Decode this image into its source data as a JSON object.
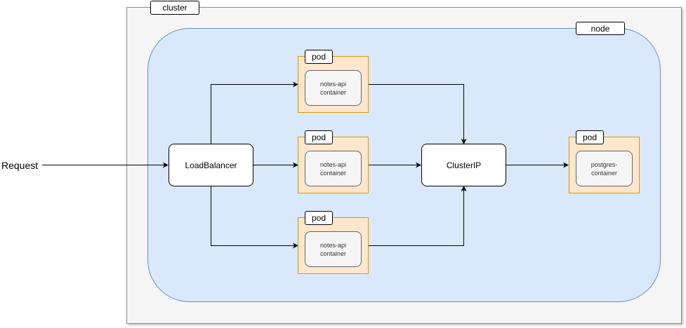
{
  "cluster": {
    "label": "cluster"
  },
  "node": {
    "label": "node"
  },
  "request": {
    "label": "Request"
  },
  "load_balancer": {
    "label": "LoadBalancer"
  },
  "cluster_ip": {
    "label": "ClusterIP"
  },
  "api_pods": [
    {
      "tag": "pod",
      "container_label": "notes-api container"
    },
    {
      "tag": "pod",
      "container_label": "notes-api container"
    },
    {
      "tag": "pod",
      "container_label": "notes-api container"
    }
  ],
  "db_pod": {
    "tag": "pod",
    "container_label": "postgres-container"
  },
  "colors": {
    "cluster_fill": "#f5f5f5",
    "node_fill": "#dae8fc",
    "node_stroke": "#6c8ebf",
    "pod_fill": "#ffe6cc",
    "pod_stroke": "#d79b00",
    "container_fill": "#f5f5f5"
  }
}
